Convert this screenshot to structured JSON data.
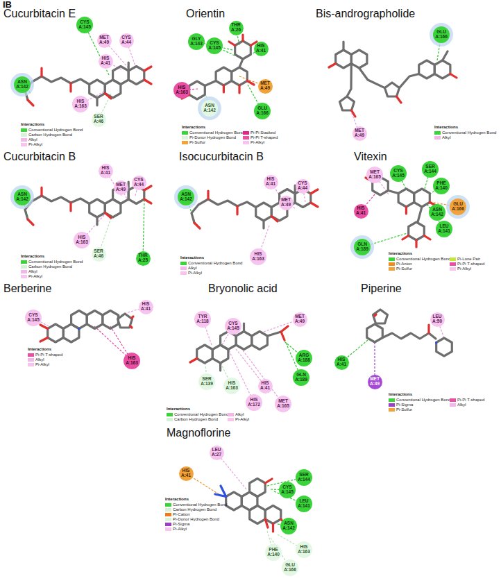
{
  "diagram": {
    "nodes": [
      {
        "text": [
          "CYS A:145"
        ]
      },
      {
        "text": [
          "MET A:49"
        ]
      },
      {
        "text": [
          "CYS A:44"
        ]
      },
      {
        "text": [
          "HIS A:41"
        ]
      },
      {
        "text": [
          "ASN A:142"
        ]
      },
      {
        "text": [
          "HIS A:163"
        ]
      },
      {
        "text": [
          "SER A:46"
        ]
      },
      {
        "text": [
          "THR A:26"
        ]
      },
      {
        "text": [
          "GLY A:143"
        ]
      },
      {
        "text": [
          "CYS A:145"
        ]
      },
      {
        "text": [
          "HIS A:41"
        ]
      },
      {
        "text": [
          "HIS A:163"
        ]
      },
      {
        "text": [
          "MET A:49"
        ]
      },
      {
        "text": [
          "ASN A:142"
        ]
      },
      {
        "text": [
          "GLU A:166"
        ]
      },
      {
        "text": [
          "GLU A:166"
        ]
      },
      {
        "text": [
          "MET A:49"
        ]
      },
      {
        "text": [
          "HIS A:41"
        ]
      },
      {
        "text": [
          "CYS A:44"
        ]
      },
      {
        "text": [
          "MET A:49"
        ]
      },
      {
        "text": [
          "ASN A:142"
        ]
      },
      {
        "text": [
          "HIS A:163"
        ]
      },
      {
        "text": [
          "SER A:46"
        ]
      },
      {
        "text": [
          "THR A:25"
        ]
      },
      {
        "text": [
          "HIS A:41"
        ]
      },
      {
        "text": [
          "CYS A:44"
        ]
      },
      {
        "text": [
          "MET A:49"
        ]
      },
      {
        "text": [
          "ASN A:142"
        ]
      },
      {
        "text": [
          "HIS A:163"
        ]
      },
      {
        "text": [
          "MET A:165"
        ]
      },
      {
        "text": [
          "CYS A:145"
        ]
      },
      {
        "text": [
          "SER A:144"
        ]
      },
      {
        "text": [
          "PHE A:140"
        ]
      },
      {
        "text": [
          "GLU A:166"
        ]
      },
      {
        "text": [
          "ASN A:142"
        ]
      },
      {
        "text": [
          "LEU A:141"
        ]
      },
      {
        "text": [
          "HIS A:41"
        ]
      },
      {
        "text": [
          "GLN A:189"
        ]
      },
      {
        "text": [
          "CYS A:145"
        ]
      },
      {
        "text": [
          "HIS A:41"
        ]
      },
      {
        "text": [
          "HIS A:163"
        ]
      },
      {
        "text": [
          "TYR A:118"
        ]
      },
      {
        "text": [
          "CYS A:145"
        ]
      },
      {
        "text": [
          "MET A:49"
        ]
      },
      {
        "text": [
          "ARG A:188"
        ]
      },
      {
        "text": [
          "GLN A:189"
        ]
      },
      {
        "text": [
          "SER A:139"
        ]
      },
      {
        "text": [
          "HIS A:163"
        ]
      },
      {
        "text": [
          "HIS A:41"
        ]
      },
      {
        "text": [
          "HIS A:172"
        ]
      },
      {
        "text": [
          "MET A:165"
        ]
      },
      {
        "text": [
          "LEU A:50"
        ]
      },
      {
        "text": [
          "HIS A:41"
        ]
      },
      {
        "text": [
          "MET A:49"
        ]
      },
      {
        "text": [
          "LEU A:27"
        ]
      },
      {
        "text": [
          "HIS A:41"
        ]
      },
      {
        "text": [
          "SER A:144"
        ]
      },
      {
        "text": [
          "CYS A:145"
        ]
      },
      {
        "text": [
          "LEU A:141"
        ]
      },
      {
        "text": [
          "ASN A:142"
        ]
      },
      {
        "text": [
          "PHE A:140"
        ]
      },
      {
        "text": [
          "HIS A:163"
        ]
      },
      {
        "text": [
          "GLU A:166"
        ]
      }
    ],
    "labels": [
      "IB",
      "Cucurbitacin E",
      "Interactions",
      "Orientin",
      "Interactions",
      "Bis-andrographolide",
      "Interactions",
      "Cucurbitacin B",
      "Interactions",
      "Isocucurbitacin B",
      "Interactions",
      "Vitexin",
      "Interactions",
      "Berberine",
      "Interactions",
      "Bryonolic acid",
      "Interactions",
      "Piperine",
      "Interactions",
      "Magnoflorine",
      "Interactions"
    ],
    "legend": [
      {
        "text": "Conventional Hydrogen Bond",
        "color": "#3ad43a"
      },
      {
        "text": "Carbon Hydrogen Bond",
        "color": "#d6f2d6"
      },
      {
        "text": "Alkyl",
        "color": "#f3b6ea"
      },
      {
        "text": "Pi-Alkyl",
        "color": "#f6c4ee"
      },
      {
        "text": "Conventional Hydrogen Bond",
        "color": "#3ad43a"
      },
      {
        "text": "Pi-Donor Hydrogen Bond",
        "color": "#dcf4dc"
      },
      {
        "text": "Pi-Sulfur",
        "color": "#f2a23a"
      },
      {
        "text": "Pi-Pi Stacked",
        "color": "#e0268c"
      },
      {
        "text": "Pi-Pi T-shaped",
        "color": "#ea4fa3"
      },
      {
        "text": "Pi-Alkyl",
        "color": "#f6c4ee"
      },
      {
        "text": "Conventional Hydrogen Bond",
        "color": "#3ad43a"
      },
      {
        "text": "Alkyl",
        "color": "#f3b6ea"
      },
      {
        "text": "Conventional Hydrogen Bond",
        "color": "#3ad43a"
      },
      {
        "text": "Carbon Hydrogen Bond",
        "color": "#d6f2d6"
      },
      {
        "text": "Alkyl",
        "color": "#f3b6ea"
      },
      {
        "text": "Pi-Alkyl",
        "color": "#f6c4ee"
      },
      {
        "text": "Conventional Hydrogen Bond",
        "color": "#3ad43a"
      },
      {
        "text": "Alkyl",
        "color": "#f3b6ea"
      },
      {
        "text": "Pi-Alkyl",
        "color": "#f6c4ee"
      },
      {
        "text": "Conventional Hydrogen Bond",
        "color": "#3ad43a"
      },
      {
        "text": "Pi-Anion",
        "color": "#f08c1e"
      },
      {
        "text": "Pi-Sulfur",
        "color": "#f2a23a"
      },
      {
        "text": "Pi-Lone Pair",
        "color": "#c4e83a"
      },
      {
        "text": "Pi-Pi T-shaped",
        "color": "#ea4fa3"
      },
      {
        "text": "Pi-Alkyl",
        "color": "#f6c4ee"
      },
      {
        "text": "Pi-Pi T-shaped",
        "color": "#ea4fa3"
      },
      {
        "text": "Alkyl",
        "color": "#f3b6ea"
      },
      {
        "text": "Pi-Alkyl",
        "color": "#f6c4ee"
      },
      {
        "text": "Conventional Hydrogen Bond",
        "color": "#3ad43a"
      },
      {
        "text": "Carbon Hydrogen Bond",
        "color": "#d6f2d6"
      },
      {
        "text": "Alkyl",
        "color": "#f3b6ea"
      },
      {
        "text": "Pi-Alkyl",
        "color": "#f6c4ee"
      },
      {
        "text": "Conventional Hydrogen Bond",
        "color": "#3ad43a"
      },
      {
        "text": "Pi-Sigma",
        "color": "#9a40c8"
      },
      {
        "text": "Pi-Sulfur",
        "color": "#f2a23a"
      },
      {
        "text": "Pi-Pi T-shaped",
        "color": "#ea4fa3"
      },
      {
        "text": "Alkyl",
        "color": "#f3b6ea"
      },
      {
        "text": "Conventional Hydrogen Bond",
        "color": "#3ad43a"
      },
      {
        "text": "Carbon Hydrogen Bond",
        "color": "#d6f2d6"
      },
      {
        "text": "Pi-Cation",
        "color": "#f07a1e"
      },
      {
        "text": "Pi-Donor Hydrogen Bond",
        "color": "#dcf4dc"
      },
      {
        "text": "Pi-Sigma",
        "color": "#9a40c8"
      },
      {
        "text": "Pi-Alkyl",
        "color": "#f6c4ee"
      }
    ]
  }
}
